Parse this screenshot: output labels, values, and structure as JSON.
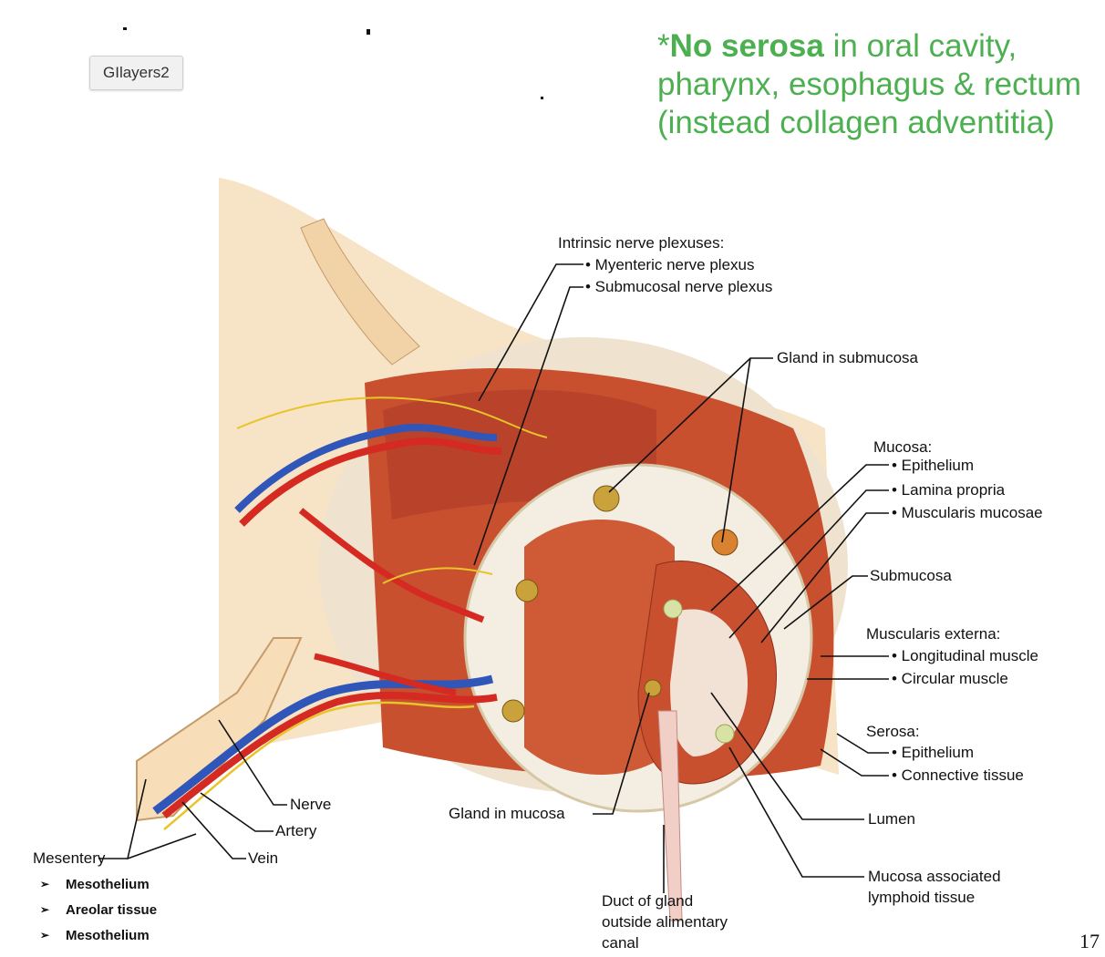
{
  "tooltip": {
    "label": "GIlayers2"
  },
  "note": {
    "prefix": "*",
    "bold": "No serosa",
    "rest": " in oral cavity, pharynx, esophagus & rectum (instead collagen adventitia)"
  },
  "labels": {
    "intrinsic": "Intrinsic nerve plexuses:",
    "myenteric": "• Myenteric nerve plexus",
    "submucosal_plexus": "• Submucosal nerve plexus",
    "gland_submucosa": "Gland in submucosa",
    "mucosa": "Mucosa:",
    "epithelium": "• Epithelium",
    "lamina": "• Lamina propria",
    "muscularis_mucosae": "• Muscularis mucosae",
    "submucosa": "Submucosa",
    "muscularis_externa": "Muscularis externa:",
    "longitudinal": "• Longitudinal muscle",
    "circular": "• Circular muscle",
    "serosa": "Serosa:",
    "serosa_epithelium": "• Epithelium",
    "connective": "• Connective tissue",
    "lumen": "Lumen",
    "malt_1": "Mucosa associated",
    "malt_2": "lymphoid tissue",
    "duct_1": "Duct of gland",
    "duct_2": "outside alimentary",
    "duct_3": "canal",
    "gland_mucosa": "Gland in mucosa",
    "nerve": "Nerve",
    "artery": "Artery",
    "vein": "Vein",
    "mesentery": "Mesentery"
  },
  "bullets": [
    "Mesothelium",
    "Areolar tissue",
    "Mesothelium"
  ],
  "page_number": "17",
  "colors": {
    "note_green": "#4caf50",
    "muscle": "#c8502e",
    "artery": "#d42a22",
    "vein": "#2f56b8",
    "nerve": "#e8c42a"
  }
}
